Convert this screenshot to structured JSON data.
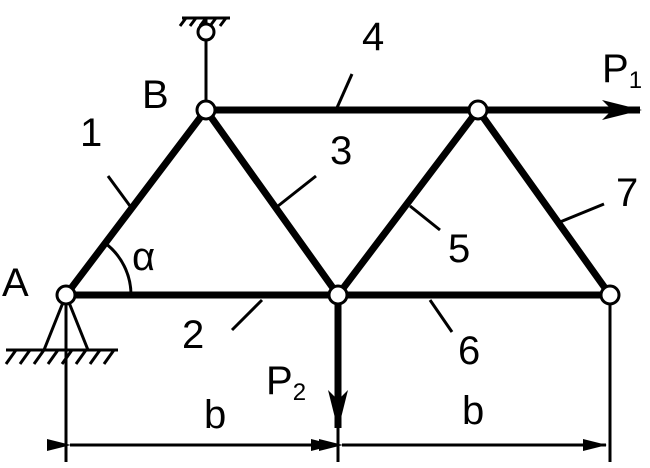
{
  "nodes": {
    "A": "A",
    "B": "B"
  },
  "members": [
    "1",
    "2",
    "3",
    "4",
    "5",
    "6",
    "7"
  ],
  "angle": "α",
  "loads": {
    "P1": {
      "letter": "P",
      "sub": "1"
    },
    "P2": {
      "letter": "P",
      "sub": "2"
    }
  },
  "dimensions": [
    "b",
    "b"
  ],
  "colors": {
    "ink": "#000000",
    "background": "#ffffff"
  }
}
